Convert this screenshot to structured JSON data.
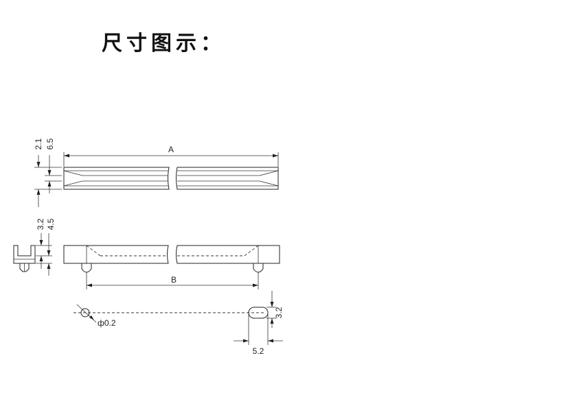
{
  "title": "尺寸图示：",
  "dimensions": {
    "a": "A",
    "b": "B",
    "d_2_1": "2.1",
    "d_6_5": "6.5",
    "d_3_2_side": "3.2",
    "d_4_5": "4.5",
    "diameter": "ф0.2",
    "d_3_2_hole": "3.2",
    "d_5_2": "5.2"
  }
}
